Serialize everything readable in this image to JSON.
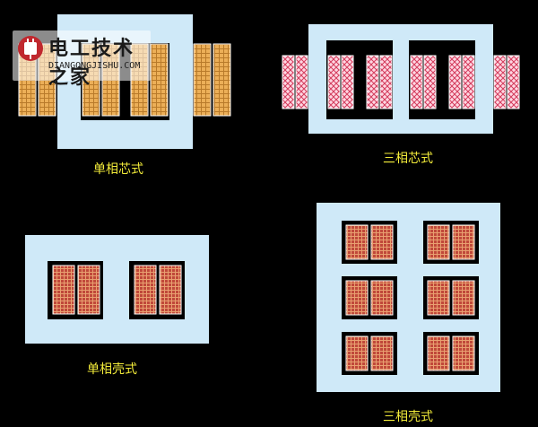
{
  "captions": {
    "single_core": "单相芯式",
    "three_core": "三相芯式",
    "single_shell": "单相壳式",
    "three_shell": "三相壳式"
  },
  "watermark": {
    "title": "电工技术之家",
    "url": "DIANGONGJISHU.COM",
    "logo_icon": "power-plug-logo-icon"
  },
  "colors": {
    "background": "#000000",
    "core": "#cfe9f8",
    "window": "#000000",
    "caption": "#f3ec3a",
    "coil_orange": "#e2a24a",
    "coil_pink": "#f6c0d0",
    "coil_red": "#c8503a"
  }
}
